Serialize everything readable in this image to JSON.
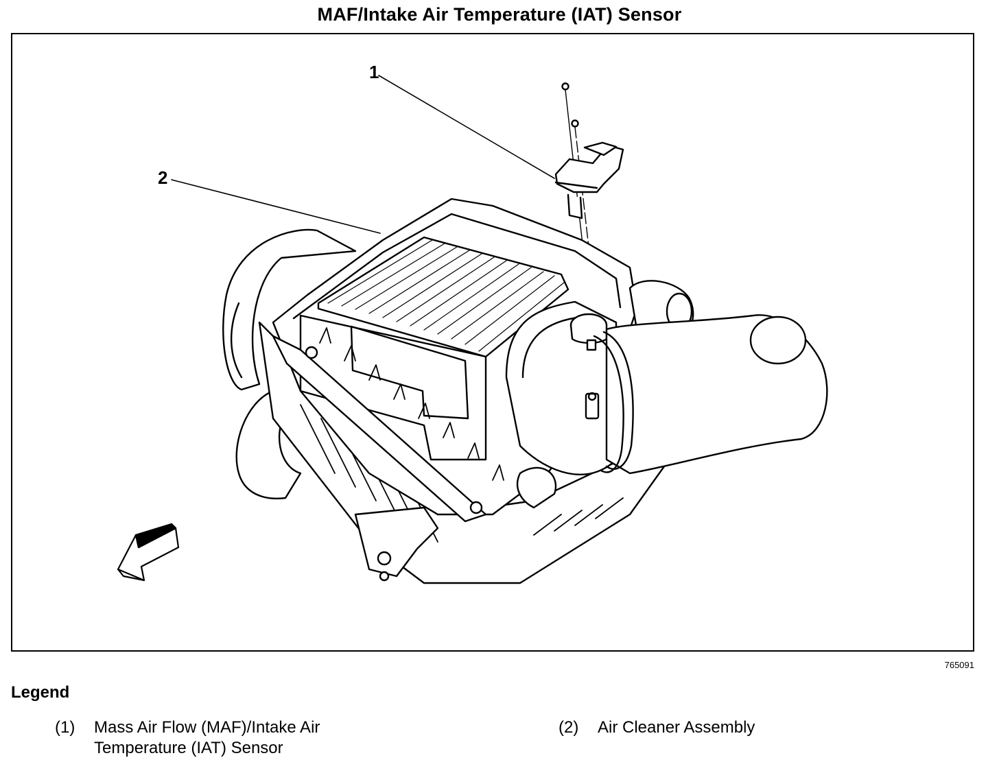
{
  "title": "MAF/Intake Air Temperature (IAT) Sensor",
  "figure_id": "765091",
  "callouts": [
    "1",
    "2"
  ],
  "legend": {
    "heading": "Legend",
    "items": [
      {
        "number": "(1)",
        "label": "Mass Air Flow (MAF)/Intake Air Temperature (IAT) Sensor"
      },
      {
        "number": "(2)",
        "label": "Air Cleaner Assembly"
      }
    ]
  },
  "icons": [
    "front-direction-arrow-icon"
  ],
  "colors": {
    "ink": "#000000",
    "paper": "#ffffff"
  }
}
